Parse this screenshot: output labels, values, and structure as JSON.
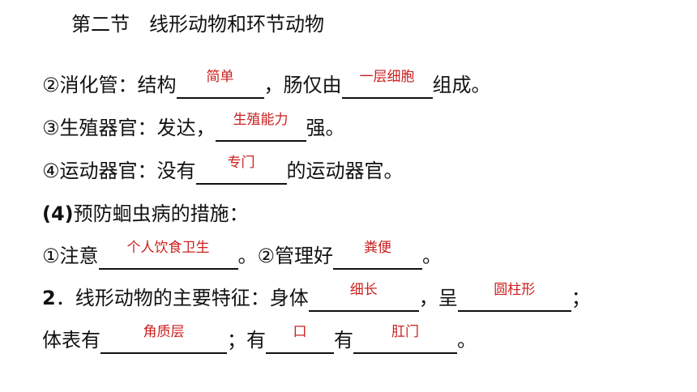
{
  "title": "第二节　线形动物和环节动物",
  "line1": {
    "prefix": "②消化管：结构",
    "ans1": "简单",
    "mid": "，肠仅由",
    "ans2": "一层细胞",
    "suffix": "组成。"
  },
  "line2": {
    "prefix": "③生殖器官：发达，",
    "ans1": "生殖能力",
    "suffix": "强。"
  },
  "line3": {
    "prefix": "④运动器官：没有",
    "ans1": "专门",
    "suffix": "的运动器官。"
  },
  "line4": {
    "prefix": "(4)",
    "text": "预防蛔虫病的措施："
  },
  "line5": {
    "prefix": "①注意",
    "ans1": "个人饮食卫生",
    "mid": "。②管理好",
    "ans2": "粪便",
    "suffix": "。"
  },
  "line6": {
    "prefix": "2",
    "text": "．线形动物的主要特征：身体",
    "ans1": "细长",
    "mid": "，呈",
    "ans2": "圆柱形",
    "suffix": "；"
  },
  "line7": {
    "prefix": "体表有",
    "ans1": "角质层",
    "mid1": "；有",
    "ans2": "口",
    "mid2": "有",
    "ans3": "肛门",
    "suffix": "。"
  },
  "colors": {
    "answer": "#cc1f1f",
    "text": "#111111"
  }
}
